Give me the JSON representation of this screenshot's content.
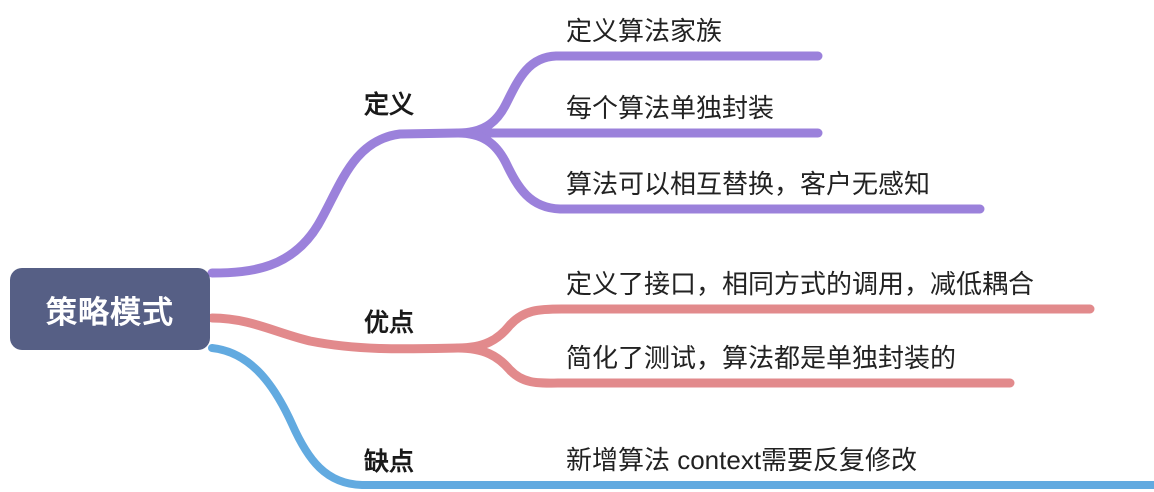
{
  "diagram": {
    "type": "mind-map",
    "root": {
      "label": "策略模式",
      "fill_color": "#565f85",
      "text_color": "#ffffff"
    },
    "branches": [
      {
        "label": "定义",
        "color": "#9b81db",
        "leaves": [
          {
            "label": "定义算法家族"
          },
          {
            "label": "每个算法单独封装"
          },
          {
            "label": "算法可以相互替换，客户无感知"
          }
        ]
      },
      {
        "label": "优点",
        "color": "#e28a8c",
        "leaves": [
          {
            "label": "定义了接口，相同方式的调用，减低耦合"
          },
          {
            "label": "简化了测试，算法都是单独封装的"
          }
        ]
      },
      {
        "label": "缺点",
        "color": "#62aae0",
        "leaves": [
          {
            "label": "新增算法 context需要反复修改"
          }
        ]
      }
    ]
  }
}
